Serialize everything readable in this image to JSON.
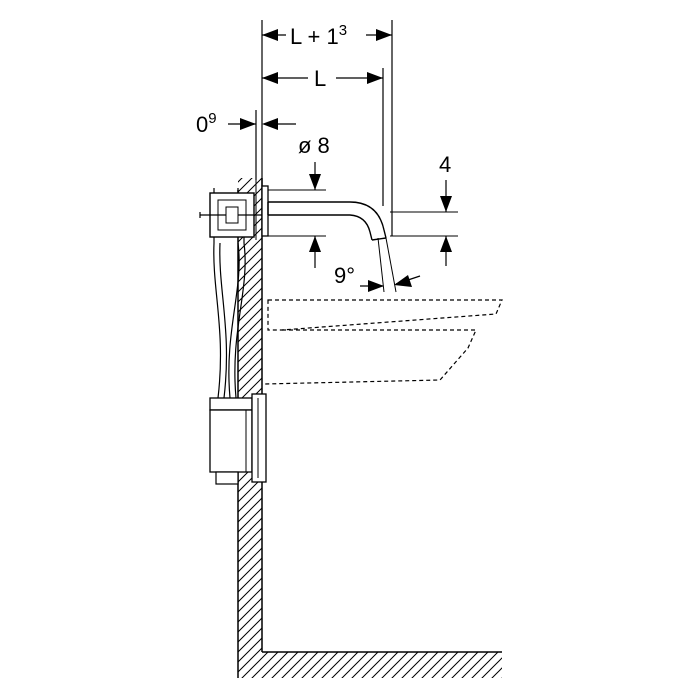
{
  "diagram": {
    "dimensions": {
      "total_width_base": "L + 1",
      "total_width_sup": "3",
      "length": "L",
      "offset_base": "0",
      "offset_sup": "9",
      "diameter": "ø 8",
      "height": "4",
      "angle": "9°"
    }
  }
}
